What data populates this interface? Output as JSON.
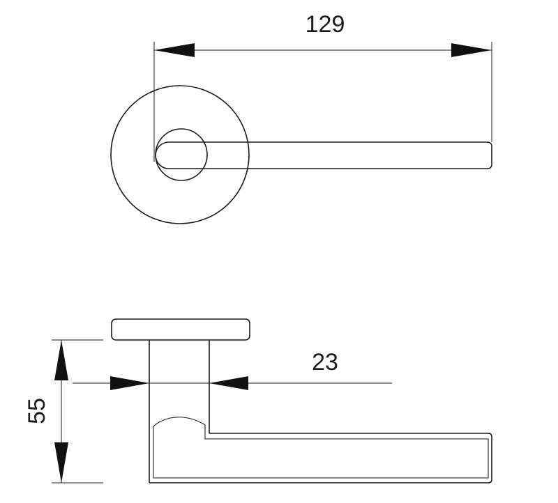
{
  "top_view": {
    "length_dimension": "129"
  },
  "side_view": {
    "height_dimension": "55",
    "rose_diameter_dimension": "23"
  }
}
